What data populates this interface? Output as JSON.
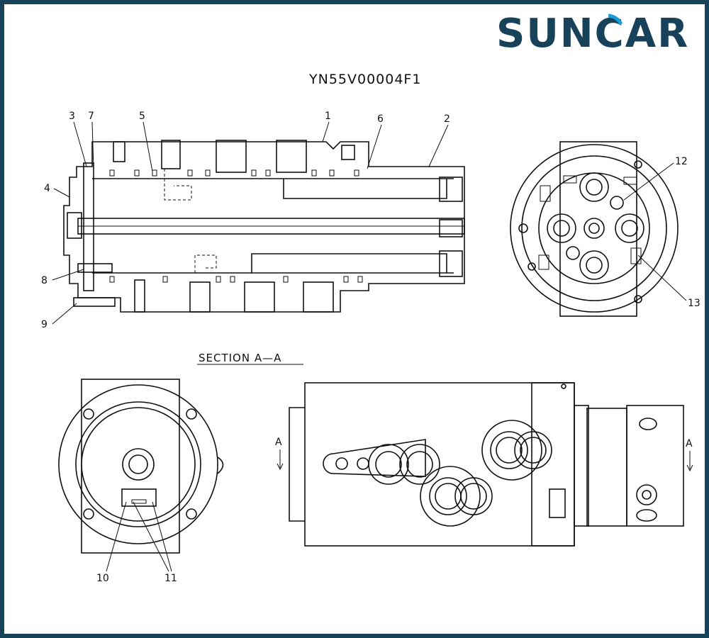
{
  "brand": {
    "logo_text": "SUNCAR",
    "logo_color": "#17425a",
    "accent_color": "#1e9ad6"
  },
  "drawing": {
    "code": "YN55V00004F1",
    "section_title": "SECTION A—A",
    "section_marker": "A",
    "callouts": [
      "1",
      "2",
      "3",
      "4",
      "5",
      "6",
      "7",
      "8",
      "9",
      "10",
      "11",
      "12",
      "13"
    ]
  }
}
